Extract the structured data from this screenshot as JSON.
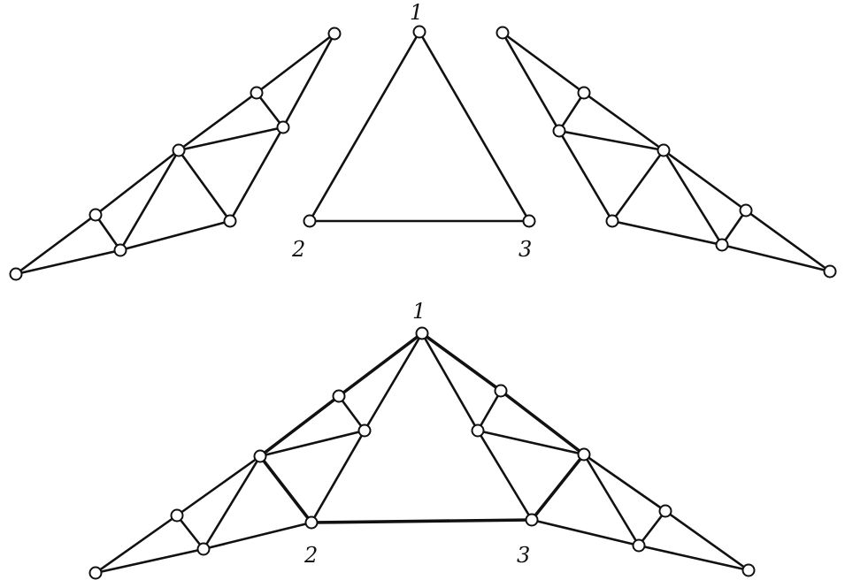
{
  "labels": {
    "top_apex": "1",
    "top_left": "2",
    "top_right": "3",
    "bottom_apex": "1",
    "bottom_left": "2",
    "bottom_right": "3"
  },
  "colors": {
    "line": "#111111",
    "joint_fill": "#ffffff",
    "background": "#ffffff"
  }
}
